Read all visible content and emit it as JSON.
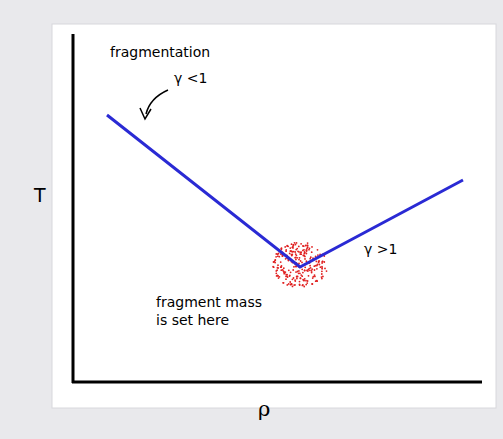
{
  "diagram": {
    "labels": [
      "T",
      "ρ",
      "fragmentation",
      "γ <1",
      "γ >1",
      "fragment mass is set here"
    ]
  }
}
